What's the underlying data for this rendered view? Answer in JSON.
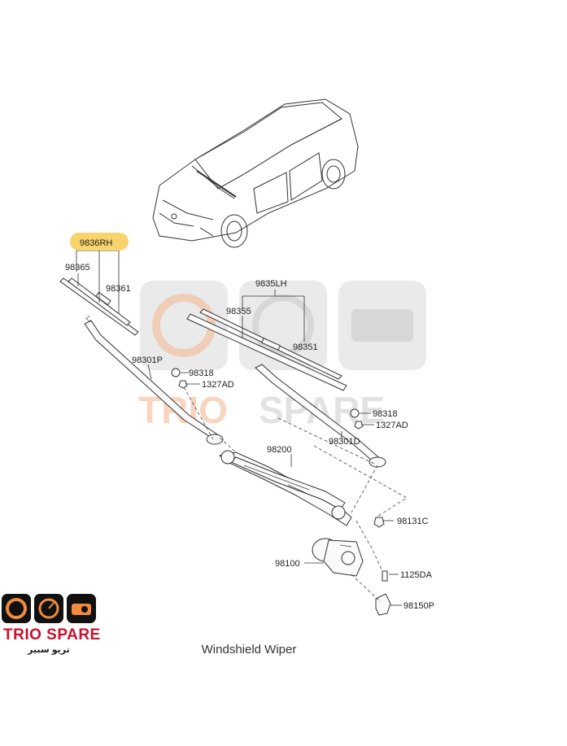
{
  "title": "Windshield Wiper",
  "brand": {
    "name": "TRIO SPARE",
    "arabic": "تريو سبير"
  },
  "colors": {
    "highlight": "#f9d36b",
    "brand_red": "#c8102e",
    "brand_orange": "#f08a3c"
  },
  "labels": {
    "rh_blade": "9836RH",
    "blade_insert_rh_a": "98365",
    "blade_insert_rh_b": "98361",
    "lh_blade": "9835LH",
    "blade_insert_lh_a": "98355",
    "blade_insert_lh_b": "98351",
    "arm_rh": "98301P",
    "cap_rh": "98318",
    "nut_rh": "1327AD",
    "cap_lh": "98318",
    "nut_lh": "1327AD",
    "arm_lh": "98301D",
    "linkage": "98200",
    "grommet": "98131C",
    "motor": "98100",
    "bolt": "1125DA",
    "bracket": "98150P"
  }
}
